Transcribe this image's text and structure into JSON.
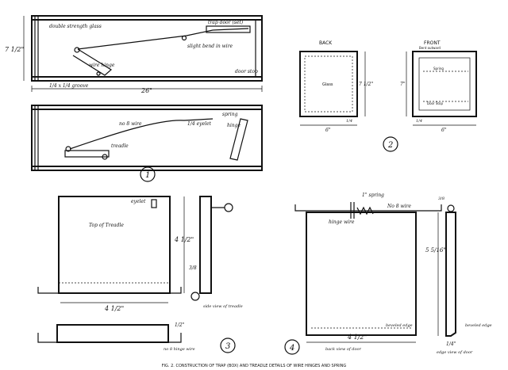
{
  "figure1": {
    "number": "1",
    "top_view": {
      "labels": {
        "glass": "double strength glass",
        "trapdoor": "trap door (set)",
        "bend": "slight bend in wire",
        "hinge": "wire hinge",
        "door_stop": "door stop",
        "groove": "1/4 x 1/4 groove"
      },
      "dims": {
        "height": "7 1/2\"",
        "length": "26\""
      }
    },
    "bottom_view": {
      "labels": {
        "wire": "no 8 wire",
        "eyelet": "1/4 eyelet",
        "treadle": "treadle",
        "spring": "spring",
        "hinge": "hinge"
      }
    }
  },
  "figure2": {
    "number": "2",
    "back": {
      "title": "BACK",
      "center": "Glass",
      "dim_h": "7 1/2\"",
      "dim_w": "6\"",
      "dim_side": "1/4"
    },
    "front": {
      "title": "FRONT",
      "top_note": "Bent outward",
      "spring": "Spring",
      "door_stop": "Door Stop",
      "dim_h": "7\"",
      "dim_w": "6\"",
      "dim_side": "1/4"
    }
  },
  "figure3": {
    "number": "3",
    "top": {
      "title": "Top of Treadle",
      "eyelet": "eyelet",
      "height": "4 1/2\"",
      "width": "4 1/2\"",
      "side_dim": "3/8"
    },
    "side": {
      "label": "side view of treadle"
    },
    "bottom": {
      "dim": "1/2\"",
      "wire": "no 8 hinge wire"
    }
  },
  "figure4": {
    "number": "4",
    "labels": {
      "spring": "1\" spring",
      "wire": "No 8 wire",
      "hinge": "hinge wire",
      "beveled": "beveled edge",
      "back_view": "back view of door",
      "edge_view": "edge view of door",
      "beveled2": "beveled edge"
    },
    "dims": {
      "width": "4 1/2\"",
      "height": "5 5/16\"",
      "edge": "1/4\"",
      "side": "3/8"
    }
  },
  "caption": "FIG. 2. CONSTRUCTION OF TRAP (BOX) AND TREADLE DETAILS OF WIRE HINGES AND SPRING"
}
